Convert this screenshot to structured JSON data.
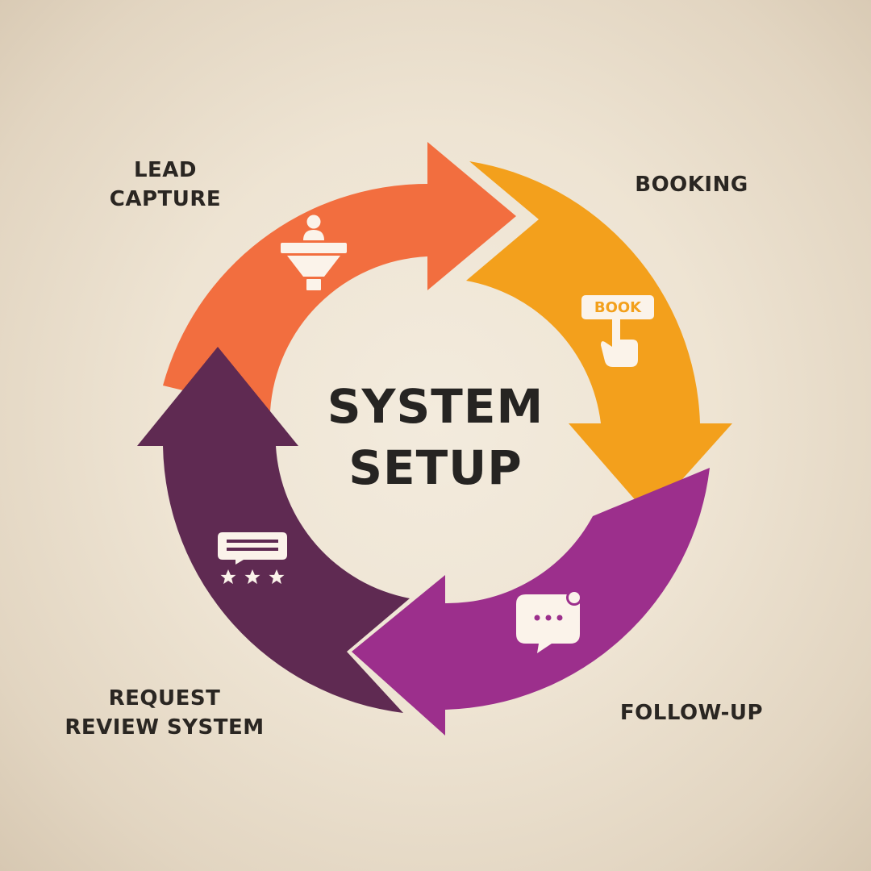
{
  "center": {
    "line1": "SYSTEM",
    "line2": "SETUP"
  },
  "steps": [
    {
      "id": "lead-capture",
      "label_lines": [
        "LEAD",
        "CAPTURE"
      ],
      "color": "#f26e3f",
      "icon": "user-funnel-icon"
    },
    {
      "id": "booking",
      "label_lines": [
        "BOOKING"
      ],
      "color": "#f3a01c",
      "icon": "book-button-icon",
      "icon_text": "BOOK"
    },
    {
      "id": "follow-up",
      "label_lines": [
        "FOLLOW-UP"
      ],
      "color": "#9c2f8c",
      "icon": "chat-bubble-icon"
    },
    {
      "id": "request-review-system",
      "label_lines": [
        "REQUEST",
        "REVIEW SYSTEM"
      ],
      "color": "#5f2a52",
      "icon": "review-stars-icon"
    }
  ]
}
